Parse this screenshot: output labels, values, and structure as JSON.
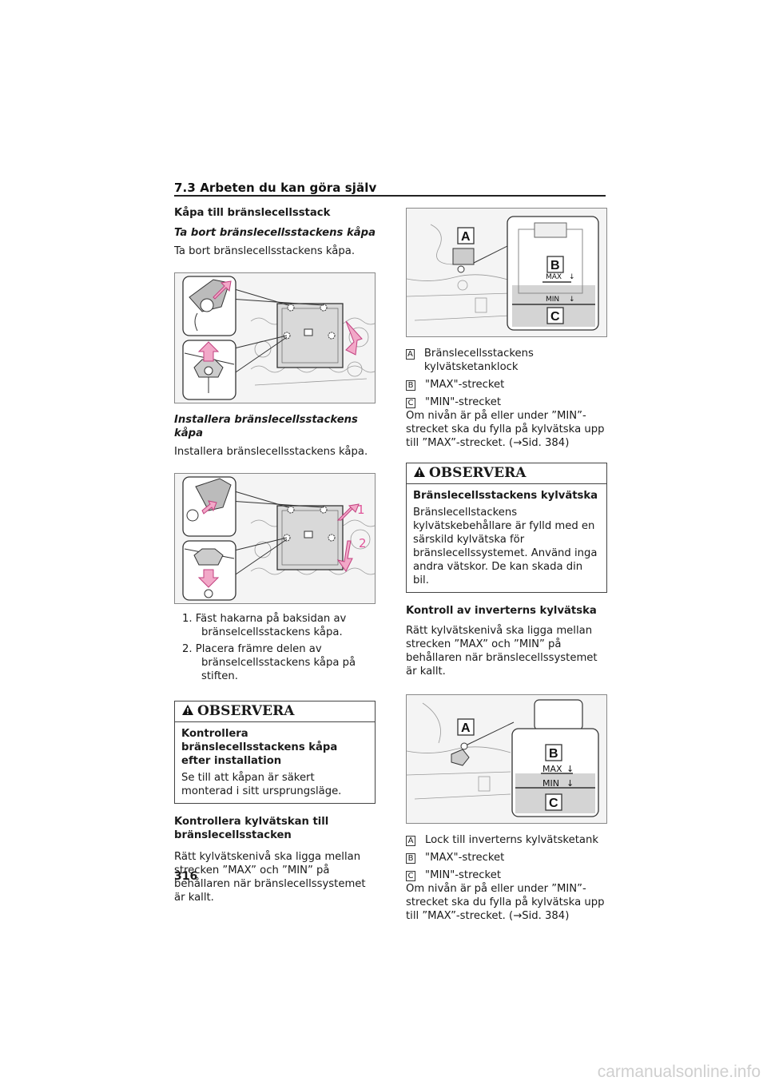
{
  "header": {
    "title": "7.3 Arbeten du kan göra själv"
  },
  "left": {
    "section1_title": "Kåpa till bränslecellsstack",
    "remove_title": "Ta bort bränslecellsstackens kåpa",
    "remove_text": "Ta bort bränslecellsstackens kåpa.",
    "install_title": "Installera bränslecellsstackens kåpa",
    "install_text": "Installera bränslecellsstackens kåpa.",
    "figure2_labels": [
      "1",
      "2"
    ],
    "steps": [
      "1. Fäst hakarna på baksidan av bränselcellsstackens kåpa.",
      "2. Placera främre delen av bränselcellsstackens kåpa på stiften."
    ],
    "warning": {
      "heading": "OBSERVERA",
      "title": "Kontrollera bränslecellsstackens kåpa efter installation",
      "text": "Se till att kåpan är säkert monterad i sitt ursprungsläge."
    },
    "section2_title": "Kontrollera kylvätskan till bränslecellsstacken",
    "section2_text": "Rätt kylvätskenivå ska ligga mellan strecken ”MAX” och ”MIN” på behållaren när bränslecellssystemet är kallt."
  },
  "right": {
    "figure1": {
      "A": "A",
      "B": "B",
      "C": "C",
      "max": "MAX",
      "min": "MIN"
    },
    "legend1": [
      {
        "tag": "A",
        "text": "Bränslecellsstackens kylvätsketanklock"
      },
      {
        "tag": "B",
        "text": "\"MAX\"-strecket"
      },
      {
        "tag": "C",
        "text": "\"MIN\"-strecket"
      }
    ],
    "note1": "Om nivån är på eller under ”MIN”-strecket ska du fylla på kylvätska upp till ”MAX”-strecket. (→Sid. 384)",
    "warning": {
      "heading": "OBSERVERA",
      "title": "Bränslecellsstackens kylvätska",
      "text": "Bränslecellstackens kylvätskebehållare är fylld med en särskild kylvätska för bränslecellssystemet. Använd inga andra vätskor. De kan skada din bil."
    },
    "section_title": "Kontroll av inverterns kylvätska",
    "section_text": "Rätt kylvätskenivå ska ligga mellan strecken ”MAX” och ”MIN” på behållaren när bränslecellssystemet är kallt.",
    "figure2": {
      "A": "A",
      "B": "B",
      "C": "C",
      "max": "MAX",
      "min": "MIN"
    },
    "legend2": [
      {
        "tag": "A",
        "text": "Lock till inverterns kylvätsketank"
      },
      {
        "tag": "B",
        "text": "\"MAX\"-strecket"
      },
      {
        "tag": "C",
        "text": "\"MIN\"-strecket"
      }
    ],
    "note2": "Om nivån är på eller under ”MIN”-strecket ska du fylla på kylvätska upp till ”MAX”-strecket. (→Sid. 384)"
  },
  "page_number": "316",
  "watermark": "carmanualsonline.info",
  "colors": {
    "arrow": "#f2a8c8",
    "arrow_stroke": "#c2407f",
    "label_pink": "#e0559a"
  }
}
